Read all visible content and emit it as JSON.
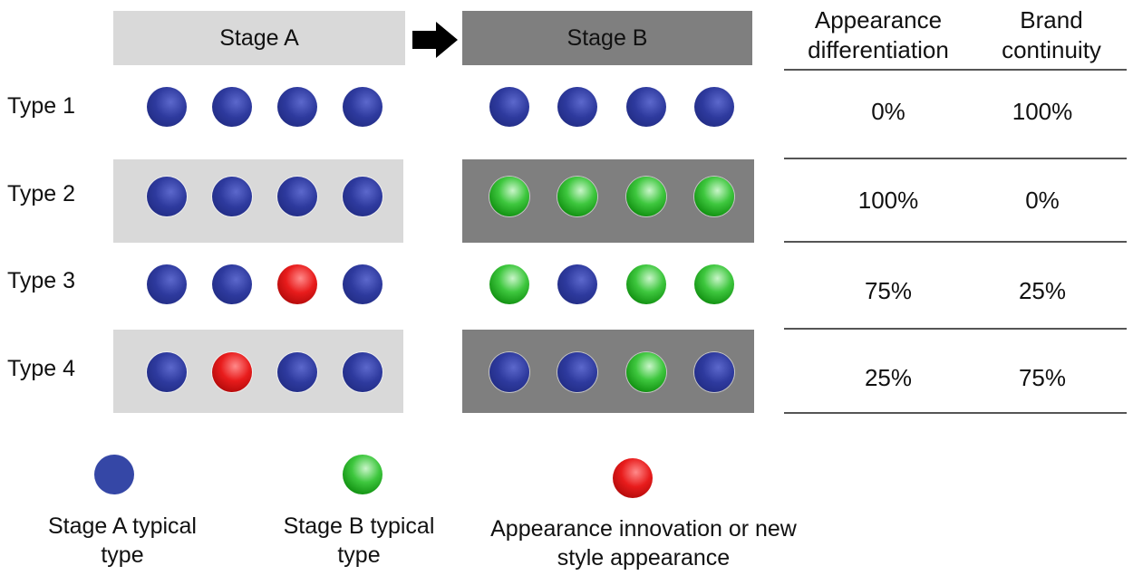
{
  "header": {
    "stage_a": "Stage A",
    "stage_b": "Stage B",
    "col_differentiation": "Appearance differentiation",
    "col_continuity": "Brand continuity"
  },
  "rows": [
    {
      "label": "Type 1",
      "stage_a": [
        "blue",
        "blue",
        "blue",
        "blue"
      ],
      "stage_b": [
        "blue",
        "blue",
        "blue",
        "blue"
      ],
      "differentiation": "0%",
      "continuity": "100%"
    },
    {
      "label": "Type 2",
      "stage_a": [
        "blue",
        "blue",
        "blue",
        "blue"
      ],
      "stage_b": [
        "green",
        "green",
        "green",
        "green"
      ],
      "differentiation": "100%",
      "continuity": "0%"
    },
    {
      "label": "Type 3",
      "stage_a": [
        "blue",
        "blue",
        "red",
        "blue"
      ],
      "stage_b": [
        "green",
        "blue",
        "green",
        "green"
      ],
      "differentiation": "75%",
      "continuity": "25%"
    },
    {
      "label": "Type 4",
      "stage_a": [
        "blue",
        "red",
        "blue",
        "blue"
      ],
      "stage_b": [
        "blue",
        "blue",
        "green",
        "blue"
      ],
      "differentiation": "25%",
      "continuity": "75%"
    }
  ],
  "legend": {
    "stage_a": "Stage A typical type",
    "stage_b": "Stage B typical type",
    "innovation": "Appearance innovation or new style appearance"
  },
  "colors": {
    "stage_a_bg": "#d9d9d9",
    "stage_b_bg": "#7f7f7f",
    "blue": "#2e3a9e",
    "green": "#3ec73e",
    "red": "#e81c1c"
  }
}
